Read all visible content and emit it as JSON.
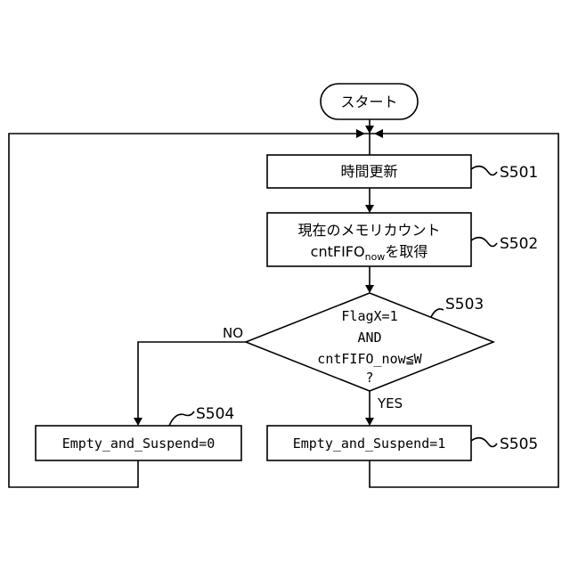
{
  "start": {
    "label": "スタート"
  },
  "steps": {
    "s501": {
      "id": "S501",
      "text": "時間更新"
    },
    "s502": {
      "id": "S502",
      "line1": "現在のメモリカウント",
      "line2_prefix": "cntFIFO",
      "line2_sub": "now",
      "line2_suffix": "を取得"
    },
    "s503": {
      "id": "S503",
      "line1": "FlagX=1",
      "line2": "AND",
      "line3": "cntFIFO_now≦W",
      "line4": "?"
    },
    "s504": {
      "id": "S504",
      "text": "Empty_and_Suspend=0"
    },
    "s505": {
      "id": "S505",
      "text": "Empty_and_Suspend=1"
    }
  },
  "branches": {
    "no": "NO",
    "yes": "YES"
  }
}
